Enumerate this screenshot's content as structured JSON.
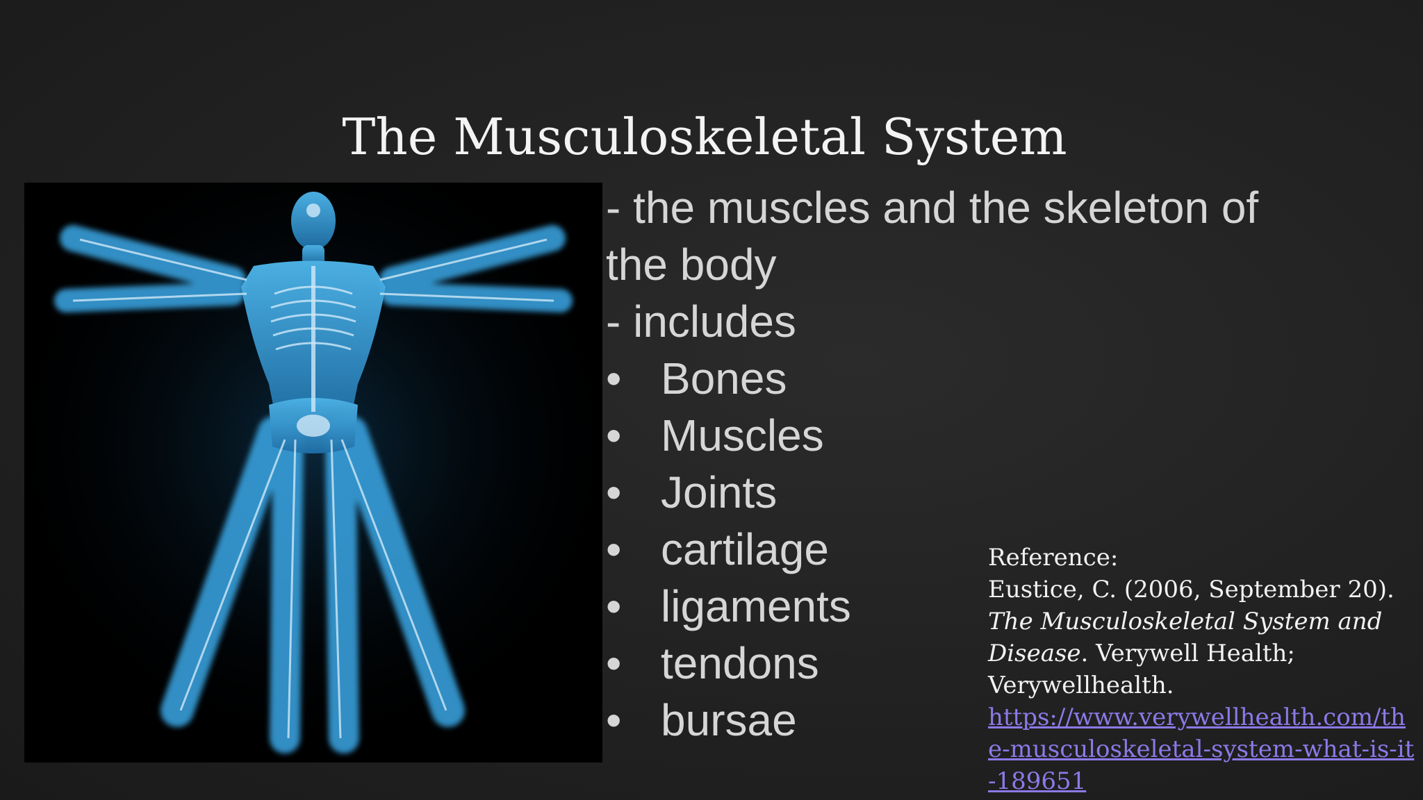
{
  "slide": {
    "title": "The Musculoskeletal System",
    "image_alt_icon": "human-anatomy-illustration",
    "lines": [
      "- the muscles and the skeleton of",
      "the body",
      "- includes"
    ],
    "bullet_char": "•",
    "bullets": [
      "Bones",
      "Muscles",
      "Joints",
      "cartilage",
      "ligaments",
      "tendons",
      "bursae"
    ],
    "reference": {
      "heading": "Reference:",
      "author": "Eustice, C. (2006, September",
      "date_end": "20). ",
      "work_title": "The Musculoskeletal System and Disease",
      "publisher": ". Verywell Health; Verywellhealth.",
      "url": "https://www.verywellhealth.com/the-musculoskeletal-system-what-is-it-189651"
    }
  },
  "colors": {
    "background": "#232323",
    "title": "#f3f3f3",
    "body_text": "#d6d6d6",
    "link": "#8d79e8",
    "figure_glow": "#3aa7e6"
  }
}
